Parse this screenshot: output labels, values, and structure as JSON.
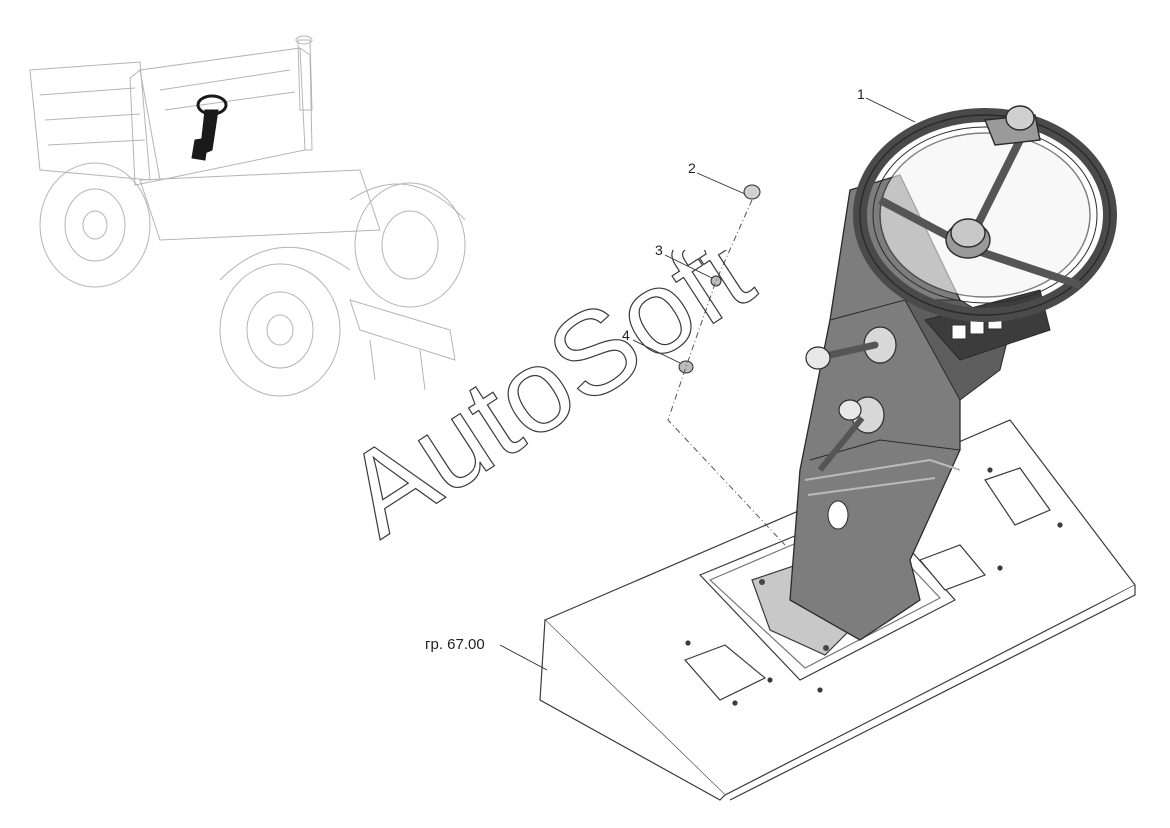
{
  "callouts": {
    "c1": "1",
    "c2": "2",
    "c3": "3",
    "c4": "4",
    "group_ref": "гр. 67.00"
  },
  "watermark": "AutoSoft",
  "colors": {
    "line": "#3a3a3a",
    "light_line": "#9a9a9a",
    "dark_fill": "#555555",
    "mid_fill": "#8a8a8a",
    "light_fill": "#cfcfcf",
    "highlight": "#1a1a1a"
  }
}
